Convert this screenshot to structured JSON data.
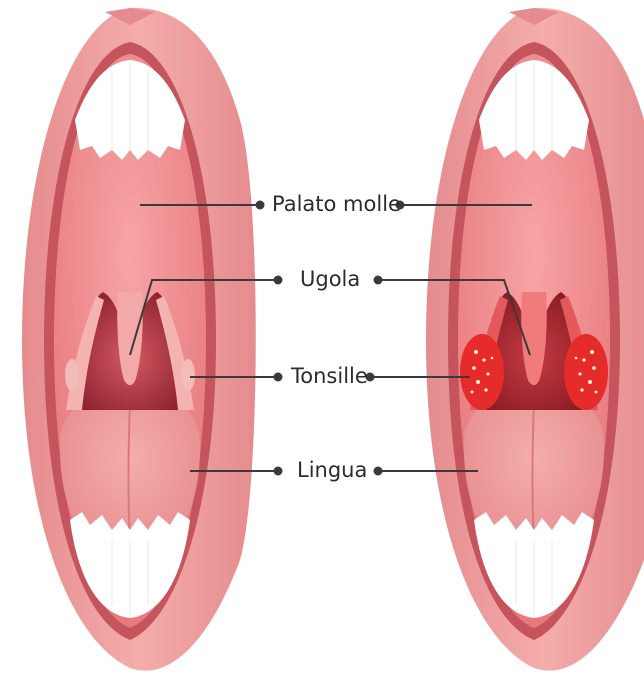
{
  "labels": {
    "soft_palate": "Palato molle",
    "uvula": "Ugola",
    "tonsils": "Tonsille",
    "tongue": "Lingua"
  },
  "colors": {
    "lips": "#ee9c9c",
    "lips_dark": "#dd7c80",
    "palate": "#f08e90",
    "throat": "#b93c46",
    "throat_inflamed": "#e02c2c",
    "teeth": "#ffffff",
    "tongue": "#ef9a98",
    "pus_spots": "#fff4d6",
    "leader_line": "#3a3a3a"
  }
}
